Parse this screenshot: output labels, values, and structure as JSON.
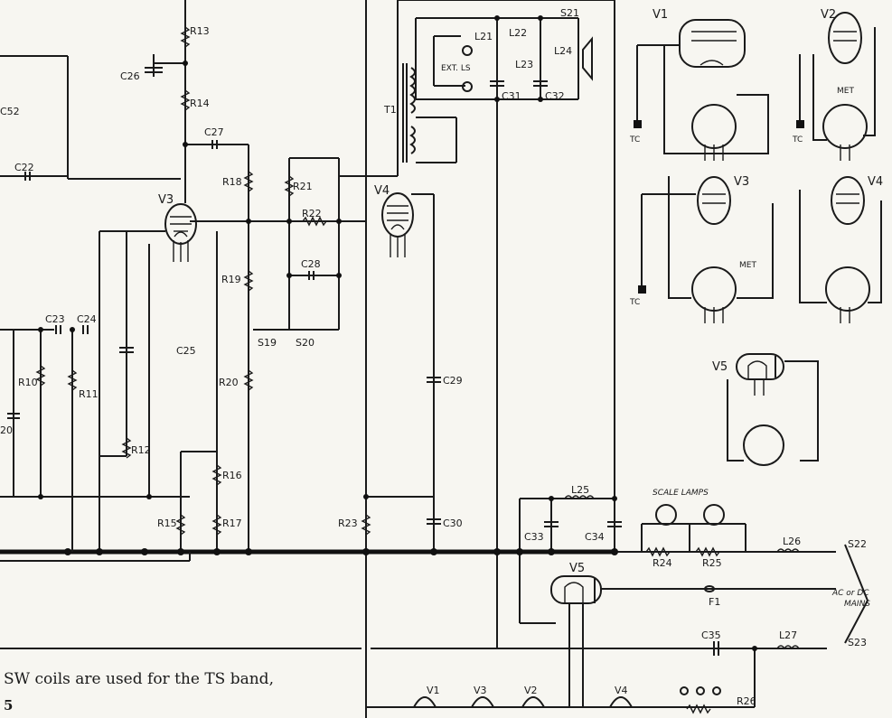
{
  "labels": {
    "C52": "C52",
    "C22": "C22",
    "C26": "C26",
    "R13": "R13",
    "R14": "R14",
    "C27": "C27",
    "R18": "R18",
    "R21": "R21",
    "R22": "R22",
    "V3": "V3",
    "V4": "V4",
    "C28": "C28",
    "R19": "R19",
    "S19": "S19",
    "S20": "S20",
    "C23": "C23",
    "C24": "C24",
    "C25": "C25",
    "R10": "R10",
    "R11": "R11",
    "R12": "R12",
    "C20": "20",
    "R20": "R20",
    "R16": "R16",
    "R15": "R15",
    "R17": "R17",
    "R23": "R23",
    "C29": "C29",
    "C30": "C30",
    "T1": "T1",
    "L21": "L21",
    "L22": "L22",
    "L23": "L23",
    "L24": "L24",
    "S21": "S21",
    "EXT_LS": "EXT. LS",
    "C31": "C31",
    "C32": "C32",
    "L25": "L25",
    "C33": "C33",
    "C34": "C34",
    "SCALE_LAMPS": "SCALE LAMPS",
    "R24": "R24",
    "R25": "R25",
    "L26": "L26",
    "S22": "S22",
    "V5": "V5",
    "F1": "F1",
    "C35": "C35",
    "L27": "L27",
    "S23": "S23",
    "MAINS_1": "AC or DC",
    "MAINS_2": "MAINS",
    "H_V1": "V1",
    "H_V3": "V3",
    "H_V2": "V2",
    "H_V4": "V4",
    "R26": "R26"
  },
  "base_diagrams": {
    "v1": {
      "name": "V1",
      "tc": "TC"
    },
    "v2": {
      "name": "V2",
      "met": "MET",
      "tc": "TC"
    },
    "v3": {
      "name": "V3",
      "met": "MET",
      "tc": "TC"
    },
    "v4": {
      "name": "V4"
    },
    "v5": {
      "name": "V5"
    }
  },
  "caption": {
    "line1": "SW coils are used for the TS band,",
    "line2": "5"
  }
}
